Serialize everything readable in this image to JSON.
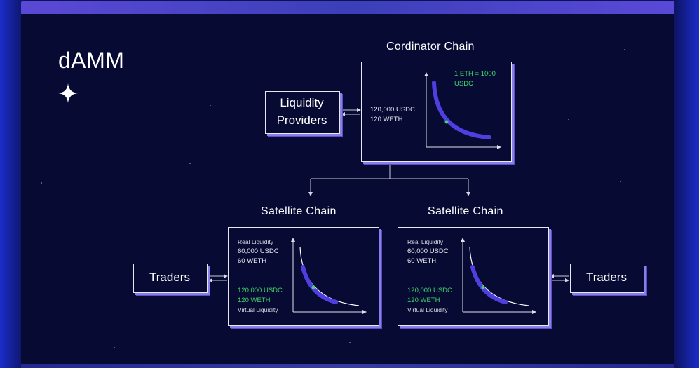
{
  "title": "dAMM",
  "coordinator": {
    "chain_label": "Cordinator Chain",
    "price_line1": "1 ETH = 1000",
    "price_line2": "USDC",
    "usdc": "120,000 USDC",
    "weth": "120 WETH"
  },
  "liquidity_providers": {
    "line1": "Liquidity",
    "line2": "Providers"
  },
  "satellites": [
    {
      "chain_label": "Satellite Chain",
      "real_title": "Real Liquidity",
      "real_usdc": "60,000 USDC",
      "real_weth": "60 WETH",
      "virtual_usdc": "120,000 USDC",
      "virtual_weth": "120 WETH",
      "virtual_title": "Virtual Liquidity"
    },
    {
      "chain_label": "Satellite Chain",
      "real_title": "Real Liquidity",
      "real_usdc": "60,000 USDC",
      "real_weth": "60 WETH",
      "virtual_usdc": "120,000 USDC",
      "virtual_weth": "120 WETH",
      "virtual_title": "Virtual Liquidity"
    }
  ],
  "traders_left": "Traders",
  "traders_right": "Traders",
  "colors": {
    "accent": "#5b4ce8",
    "green": "#3fd66b",
    "background": "#070a33"
  }
}
